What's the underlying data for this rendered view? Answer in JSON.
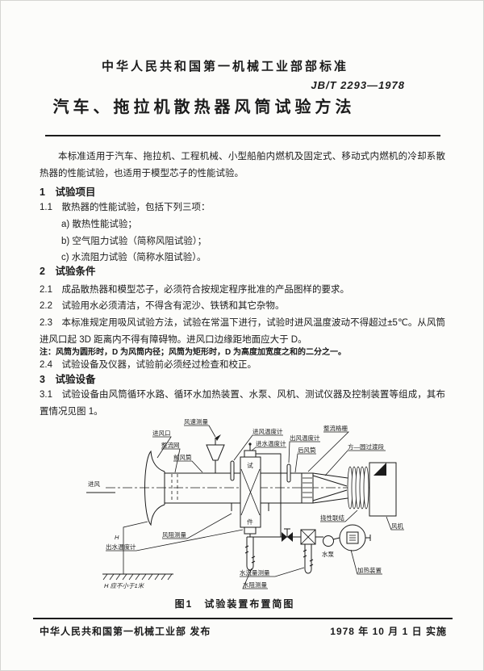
{
  "header": {
    "ministry_line": "中华人民共和国第一机械工业部部标准",
    "standard_code": "JB/T 2293—1978",
    "title": "汽车、拖拉机散热器风筒试验方法"
  },
  "intro": "本标准适用于汽车、拖拉机、工程机械、小型船舶内燃机及固定式、移动式内燃机的冷却系散热器的性能试验，也适用于模型芯子的性能试验。",
  "section1": {
    "heading": "1　试验项目",
    "item_1_1": "1.1　散热器的性能试验，包括下列三项：",
    "item_a": "a) 散热性能试验；",
    "item_b": "b) 空气阻力试验（简称风阻试验）；",
    "item_c": "c) 水流阻力试验（简称水阻试验）。"
  },
  "section2": {
    "heading": "2　试验条件",
    "item_2_1": "2.1　成品散热器和模型芯子，必须符合按规定程序批准的产品图样的要求。",
    "item_2_2": "2.2　试验用水必须清洁，不得含有泥沙、铁锈和其它杂物。",
    "item_2_3": "2.3　本标准规定用吸风试验方法，试验在常温下进行，试验时进风温度波动不得超过±5℃。从风筒进风口起 3D 距离内不得有障碍物。进风口边缘距地面应大于 D。",
    "note": "注：风筒为圆形时，D 为风筒内径；风筒为矩形时，D 为高度加宽度之和的二分之一。",
    "item_2_4": "2.4　试验设备及仪器，试验前必须经过检查和校正。"
  },
  "section3": {
    "heading": "3　试验设备",
    "item_3_1": "3.1　试验设备由风筒循环水路、循环水加热装置、水泵、风机、测试仪器及控制装置等组成，其布置情况见图 1。"
  },
  "figure": {
    "caption": "图1　试验装置布置简图",
    "labels": {
      "air_in": "进风",
      "wind_speed": "风速测量",
      "air_inlet_port": "进风口",
      "rectifier_screen": "整流网",
      "front_duct": "前风筒",
      "inlet_air_thermometer": "进风温度计",
      "inlet_water_thermometer": "进水温度计",
      "outlet_air_thermometer": "出风温度计",
      "rear_duct": "后风筒",
      "rectifier_grille": "整流格栅",
      "square_round_transition": "方—圆过渡段",
      "flexible_coupling": "挠性联结",
      "fan": "风机",
      "air_resistance": "风阻测量",
      "outlet_water_thermometer": "出水温度计",
      "water_flow": "水流量测量",
      "water_resistance": "水阻测量",
      "water_pump": "水泵",
      "heater": "加热装置",
      "test_piece_char1": "试",
      "test_piece_char2": "件",
      "h_dim": "H",
      "h_note": "H 应不小于1米"
    }
  },
  "footer": {
    "left": "中华人民共和国第一机械工业部 发布",
    "right": "1978 年 10 月 1 日 实施"
  }
}
